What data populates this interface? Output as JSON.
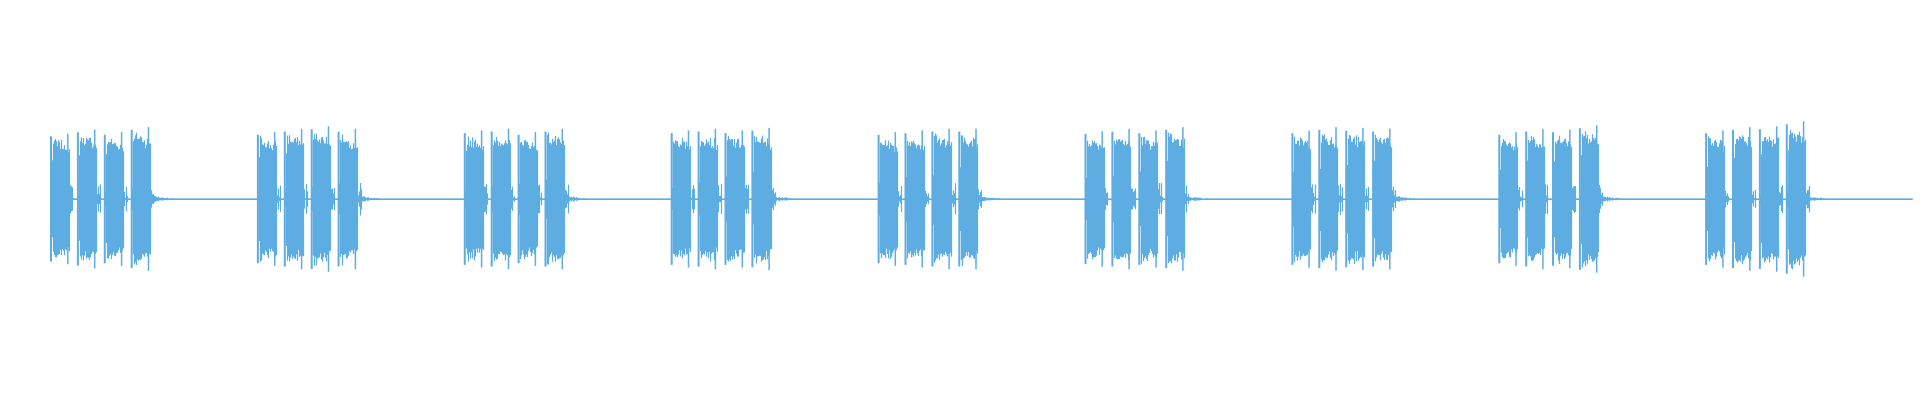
{
  "chart_data": {
    "type": "line",
    "title": "",
    "xlabel": "",
    "ylabel": "",
    "x_unit": "s",
    "xlim": [
      0,
      9.0
    ],
    "ylim": [
      -1.0,
      1.0
    ],
    "grid": false,
    "legend": "none",
    "axes_visible": false,
    "line_color": "#5DADE2",
    "series": [
      {
        "values_description_free": true,
        "bursts": [
          {
            "start": 0.0,
            "pulses": [
              {
                "t": 0.05,
                "amp": 0.78
              },
              {
                "t": 0.18,
                "amp": 0.83
              },
              {
                "t": 0.31,
                "amp": 0.8
              },
              {
                "t": 0.44,
                "amp": 0.86
              }
            ]
          },
          {
            "start": 1.0,
            "pulses": [
              {
                "t": 1.05,
                "amp": 0.8
              },
              {
                "t": 1.18,
                "amp": 0.84
              },
              {
                "t": 1.31,
                "amp": 0.87
              },
              {
                "t": 1.44,
                "amp": 0.84
              }
            ]
          },
          {
            "start": 2.0,
            "pulses": [
              {
                "t": 2.05,
                "amp": 0.82
              },
              {
                "t": 2.18,
                "amp": 0.84
              },
              {
                "t": 2.31,
                "amp": 0.8
              },
              {
                "t": 2.44,
                "amp": 0.84
              }
            ]
          },
          {
            "start": 3.0,
            "pulses": [
              {
                "t": 3.05,
                "amp": 0.82
              },
              {
                "t": 3.18,
                "amp": 0.84
              },
              {
                "t": 3.31,
                "amp": 0.82
              },
              {
                "t": 3.44,
                "amp": 0.85
              }
            ]
          },
          {
            "start": 4.0,
            "pulses": [
              {
                "t": 4.05,
                "amp": 0.8
              },
              {
                "t": 4.18,
                "amp": 0.82
              },
              {
                "t": 4.31,
                "amp": 0.84
              },
              {
                "t": 4.44,
                "amp": 0.84
              }
            ]
          },
          {
            "start": 5.0,
            "pulses": [
              {
                "t": 5.05,
                "amp": 0.81
              },
              {
                "t": 5.18,
                "amp": 0.84
              },
              {
                "t": 5.31,
                "amp": 0.82
              },
              {
                "t": 5.44,
                "amp": 0.86
              }
            ]
          },
          {
            "start": 6.0,
            "pulses": [
              {
                "t": 6.05,
                "amp": 0.82
              },
              {
                "t": 6.18,
                "amp": 0.86
              },
              {
                "t": 6.31,
                "amp": 0.85
              },
              {
                "t": 6.44,
                "amp": 0.84
              }
            ]
          },
          {
            "start": 7.0,
            "pulses": [
              {
                "t": 7.05,
                "amp": 0.8
              },
              {
                "t": 7.18,
                "amp": 0.84
              },
              {
                "t": 7.31,
                "amp": 0.83
              },
              {
                "t": 7.44,
                "amp": 0.88
              }
            ]
          },
          {
            "start": 8.0,
            "pulses": [
              {
                "t": 8.05,
                "amp": 0.82
              },
              {
                "t": 8.18,
                "amp": 0.86
              },
              {
                "t": 8.31,
                "amp": 0.87
              },
              {
                "t": 8.44,
                "amp": 0.93
              }
            ]
          }
        ],
        "pulse_duration": 0.09,
        "tail_amp": 0.06,
        "tail_duration": 0.18,
        "noise_floor": 0.004
      }
    ]
  }
}
